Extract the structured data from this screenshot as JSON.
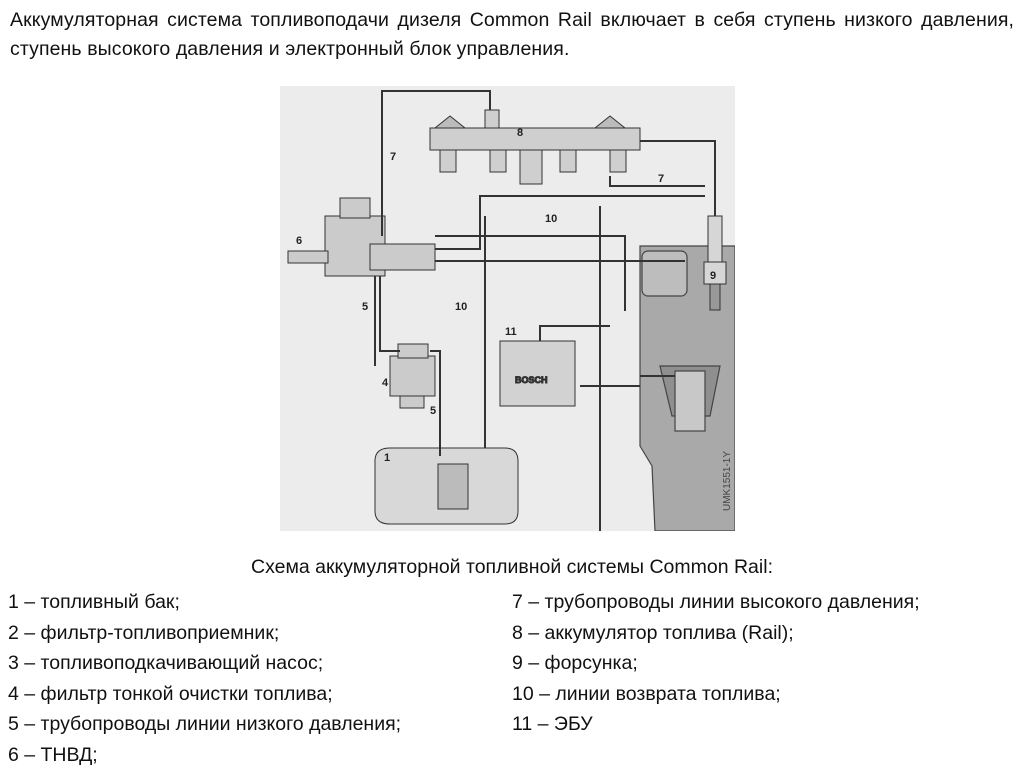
{
  "intro_text": "Аккумуляторная система топливоподачи дизеля Common Rail включает в себя ступень низкого давления, ступень высокого давления и электронный блок управления.",
  "figure": {
    "callouts": [
      "1",
      "4",
      "5",
      "5",
      "6",
      "7",
      "7",
      "8",
      "9",
      "10",
      "10",
      "11"
    ],
    "ecu_brand": "BOSCH",
    "code": "UMK1551-1Y"
  },
  "caption": "Схема аккумуляторной топливной системы Common Rail:",
  "legend_left": [
    "1 – топливный бак;",
    "2 – фильтр-топливоприемник;",
    "3 – топливоподкачивающий насос;",
    "4 – фильтр тонкой очистки топлива;",
    "5 – трубопроводы линии низкого давления;",
    "6 – ТНВД;"
  ],
  "legend_right": [
    "7 – трубопроводы линии высокого давления;",
    "8 – аккумулятор топлива (Rail);",
    "9 – форсунка;",
    "10 – линии возврата топлива;",
    "11 – ЭБУ"
  ]
}
